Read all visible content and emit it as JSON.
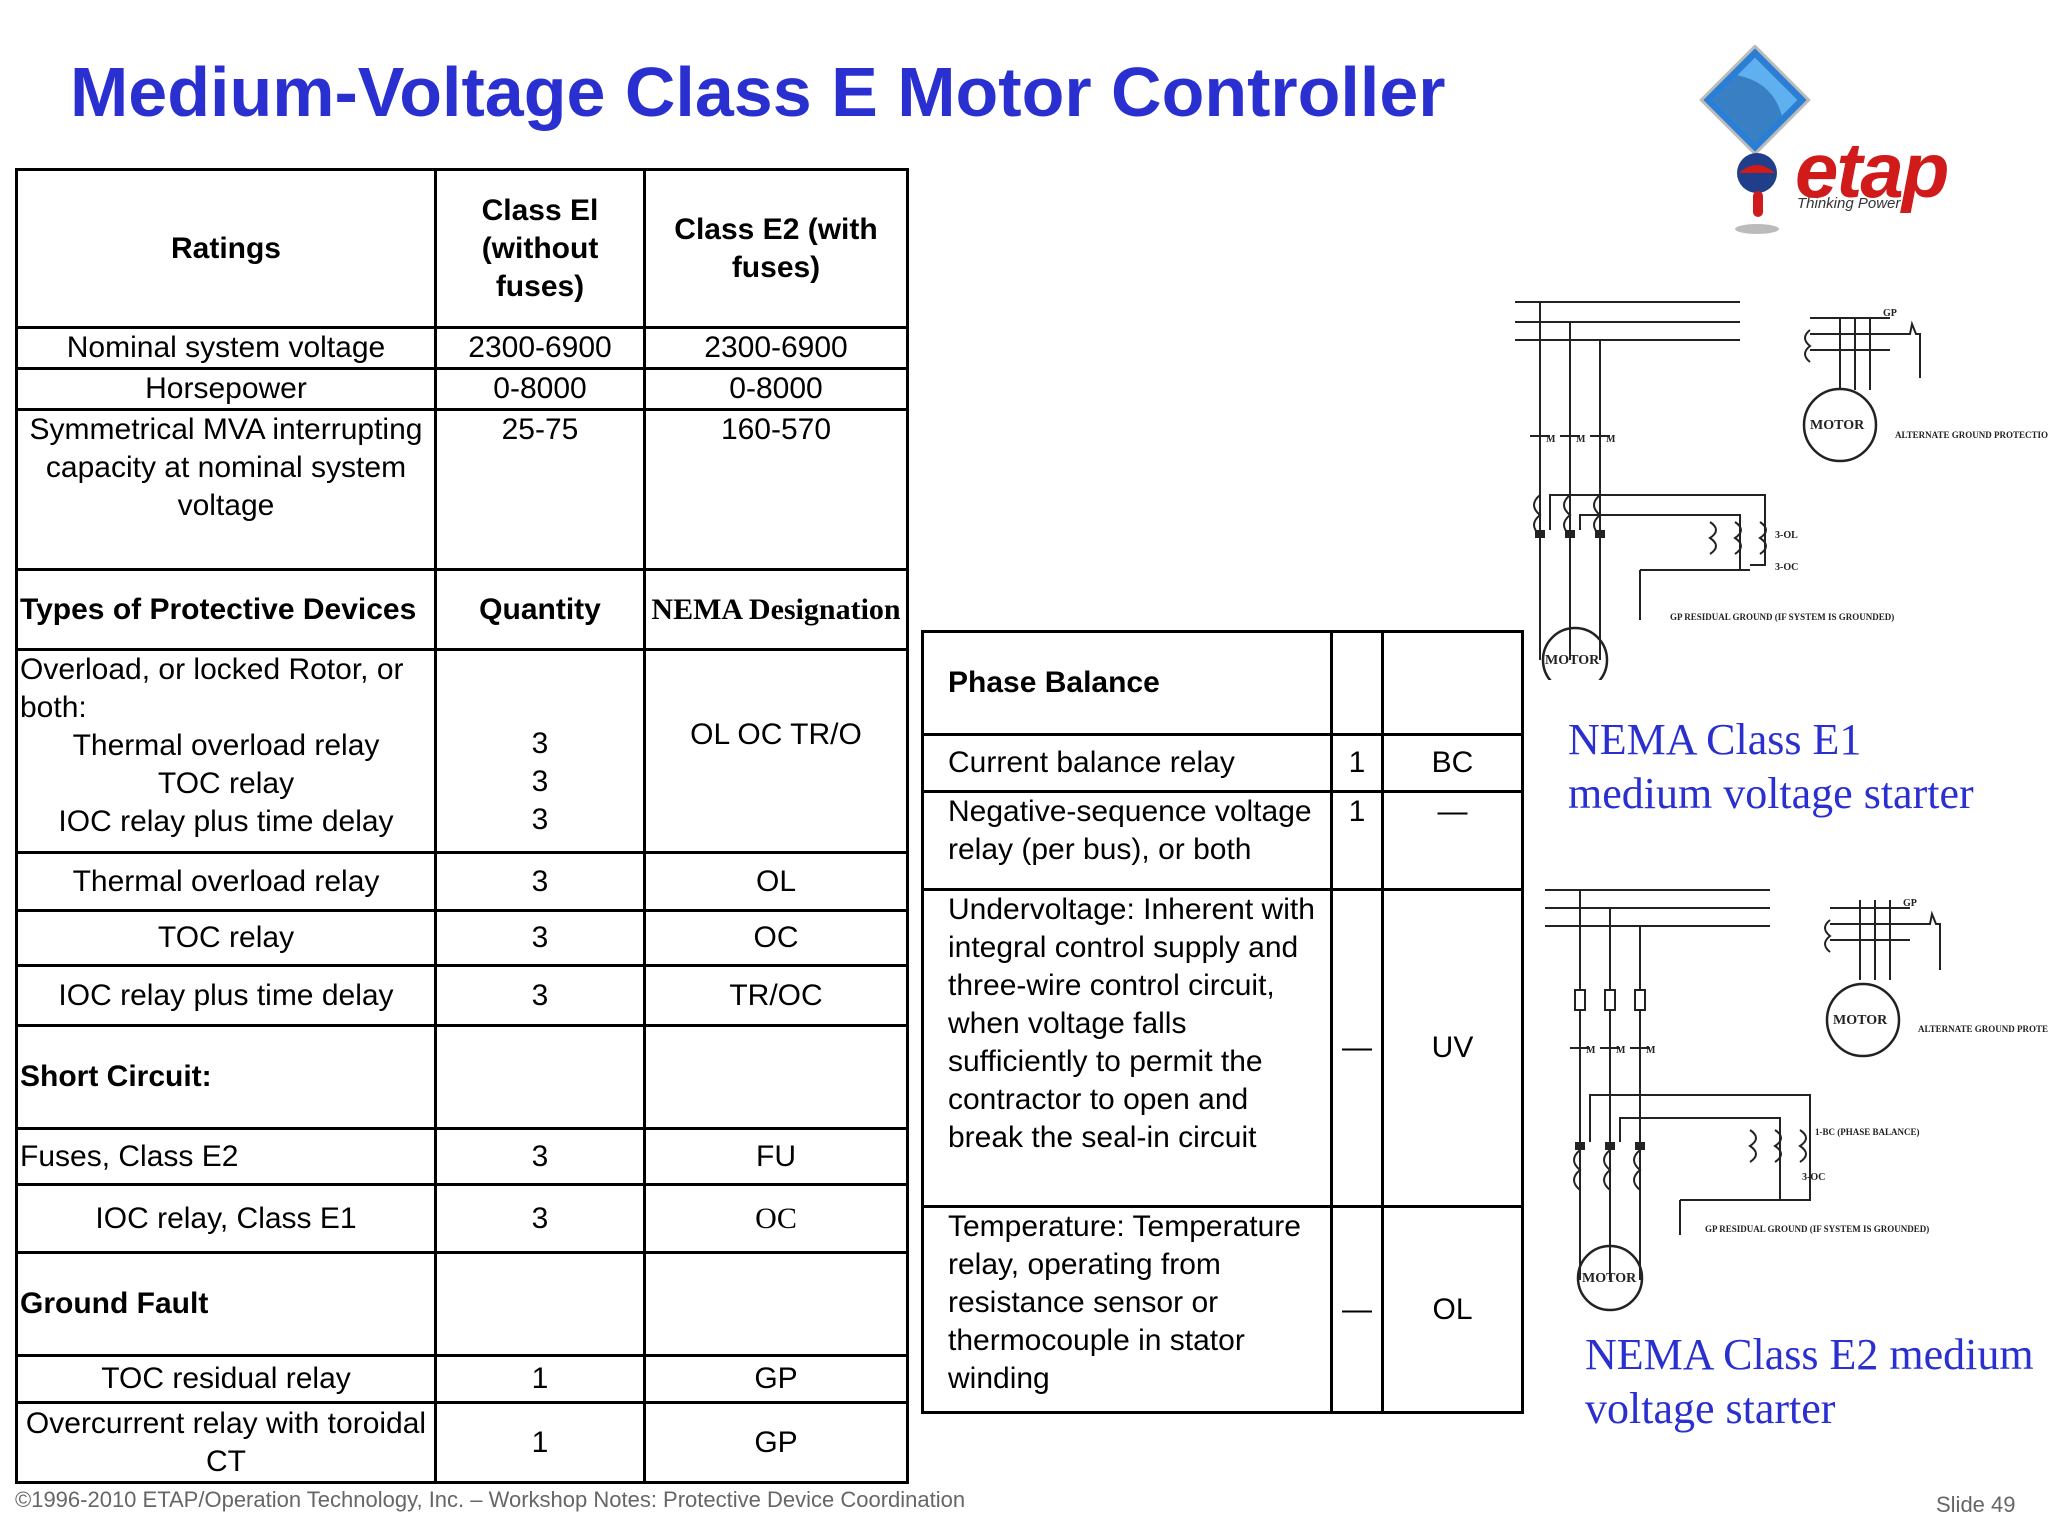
{
  "title": "Medium-Voltage Class E Motor Controller",
  "logo": {
    "name": "etap",
    "tagline": "Thinking Power"
  },
  "ratings_table": {
    "headers": [
      "Ratings",
      "Class El (without fuses)",
      "Class E2 (with fuses)"
    ],
    "rows": [
      [
        "Nominal system voltage",
        "2300-6900",
        "2300-6900"
      ],
      [
        "Horsepower",
        "0-8000",
        "0-8000"
      ],
      [
        "Symmetrical MVA interrupting capacity at nominal system voltage",
        "25-75",
        "160-570"
      ]
    ]
  },
  "devices_table": {
    "headers": [
      "Types of Protective Devices",
      "Quantity",
      "NEMA Designation"
    ],
    "overload": {
      "heading": "Overload, or locked Rotor, or both:",
      "items": [
        "Thermal overload relay",
        "TOC relay",
        "IOC relay plus time delay"
      ],
      "quantities": [
        "3",
        "3",
        "3"
      ],
      "designation": "OL OC TR/O"
    },
    "rows_a": [
      [
        "Thermal overload relay",
        "3",
        "OL"
      ],
      [
        "TOC relay",
        "3",
        "OC"
      ],
      [
        "IOC relay plus time delay",
        "3",
        "TR/OC"
      ]
    ],
    "short_circuit": "Short Circuit:",
    "rows_b": [
      [
        "Fuses, Class E2",
        "3",
        "FU"
      ],
      [
        "IOC relay, Class E1",
        "3",
        "OC"
      ]
    ],
    "ground_fault": "Ground Fault",
    "rows_c": [
      [
        "TOC residual relay",
        "1",
        "GP"
      ],
      [
        "Overcurrent relay with toroidal CT",
        "1",
        "GP"
      ]
    ]
  },
  "phase_table": {
    "heading": "Phase Balance",
    "rows": [
      [
        "Current balance relay",
        "1",
        "BC"
      ],
      [
        "Negative-sequence voltage relay (per bus), or both",
        "1",
        "—"
      ],
      [
        "Undervoltage: Inherent with integral control supply and three-wire control circuit, when voltage falls sufficiently to permit the contractor to open and break the seal-in circuit",
        "—",
        "UV"
      ],
      [
        "Temperature: Temperature relay, operating from resistance sensor or thermocouple in stator winding",
        "—",
        "OL"
      ]
    ]
  },
  "diagram_e1": {
    "labels": {
      "gp": "GP",
      "motor": "MOTOR",
      "m": "M",
      "alt_ground": "ALTERNATE GROUND PROTECTION (IF SYSTEM IS GROUNDED)",
      "ol": "3-OL",
      "oc": "3-OC",
      "residual": "GP RESIDUAL GROUND (IF SYSTEM IS GROUNDED)"
    },
    "caption_line1": "NEMA Class E1",
    "caption_line2": "medium voltage starter"
  },
  "diagram_e2": {
    "labels": {
      "gp": "GP",
      "motor": "MOTOR",
      "m": "M",
      "alt_ground": "ALTERNATE GROUND PROTECTION (IF SYSTEM IS GROUNDED)",
      "bc": "1-BC (PHASE BALANCE)",
      "oc": "3-OC",
      "residual": "GP RESIDUAL GROUND (IF SYSTEM IS GROUNDED)"
    },
    "caption_line1": "NEMA Class E2 medium",
    "caption_line2": "voltage starter"
  },
  "footer": "©1996-2010 ETAP/Operation Technology, Inc. – Workshop Notes: Protective Device Coordination",
  "slide_number": "Slide 49",
  "colors": {
    "title": "#2a2fd0",
    "logo_red": "#d11a1a",
    "logo_blue": "#2a7fd4"
  }
}
